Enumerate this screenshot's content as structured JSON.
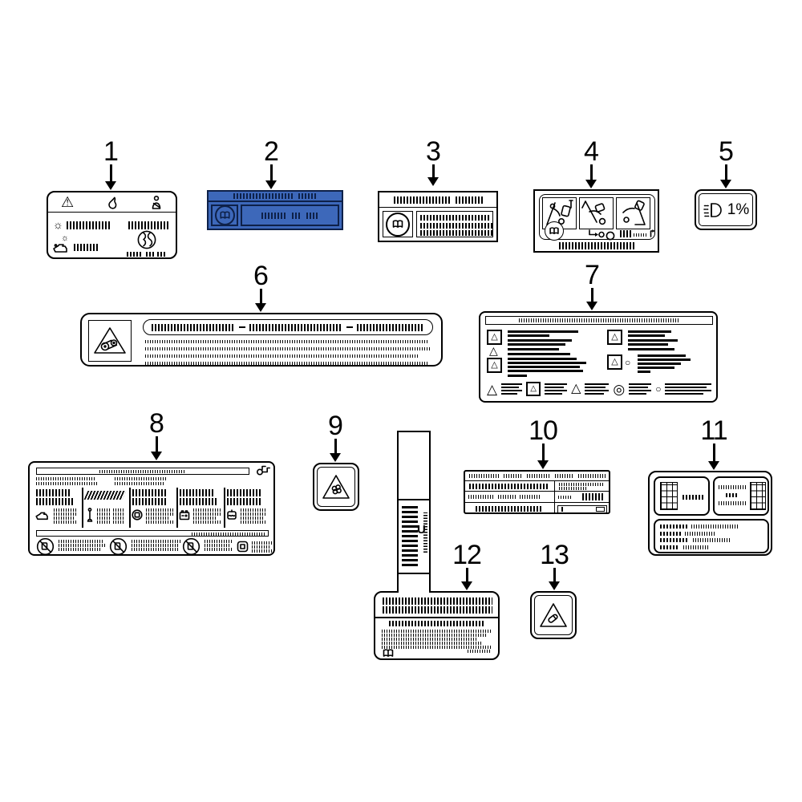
{
  "figure": {
    "type": "automotive-information-label-kit-parts-diagram",
    "background": "#ffffff",
    "line_color": "#000000"
  },
  "palette": {
    "label2_fill": "#3d68ba",
    "label2_line": "#0e2149"
  },
  "callouts": [
    {
      "number": "1"
    },
    {
      "number": "2"
    },
    {
      "number": "3"
    },
    {
      "number": "4"
    },
    {
      "number": "5"
    },
    {
      "number": "6"
    },
    {
      "number": "7"
    },
    {
      "number": "8"
    },
    {
      "number": "9"
    },
    {
      "number": "10"
    },
    {
      "number": "11"
    },
    {
      "number": "12"
    },
    {
      "number": "13"
    }
  ],
  "labels": [
    {
      "id": "1",
      "name": "vehicle-warning-data-label",
      "icons": [
        "warning-triangle-icon",
        "flame-icon",
        "passenger-icon",
        "sun-icon",
        "oil-can-icon",
        "emblem-icon"
      ]
    },
    {
      "id": "2",
      "name": "manual-reference-label-blue",
      "icons": [
        "manual-book-icon"
      ]
    },
    {
      "id": "3",
      "name": "manual-reference-label",
      "icons": [
        "manual-book-icon"
      ]
    },
    {
      "id": "4",
      "name": "airbag-child-seat-warning-label",
      "icons": [
        "manual-book-icon",
        "seat-pictogram"
      ]
    },
    {
      "id": "5",
      "name": "headlamp-leveling-label",
      "text": "1%",
      "icons": [
        "headlight-icon"
      ]
    },
    {
      "id": "6",
      "name": "belt-drive-warning-label",
      "icons": [
        "belt-pulley-warning-icon"
      ]
    },
    {
      "id": "7",
      "name": "multi-warning-text-label",
      "icons": [
        "warning-triangle-icon",
        "circle-icon",
        "double-circle-icon"
      ]
    },
    {
      "id": "8",
      "name": "fluid-specification-label",
      "icons": [
        "oil-can-icon",
        "dipstick-icon",
        "battery-icon",
        "coolant-icon",
        "prohibition-icon",
        "pump-icon"
      ]
    },
    {
      "id": "9",
      "name": "fan-warning-label",
      "icons": [
        "fan-warning-icon"
      ]
    },
    {
      "id": "10",
      "name": "vehicle-data-plate-label"
    },
    {
      "id": "11",
      "name": "tire-pressure-label",
      "icons": [
        "tire-tread-icon"
      ]
    },
    {
      "id": "12",
      "name": "hang-tag-label",
      "text": "U",
      "icons": [
        "manual-book-icon"
      ]
    },
    {
      "id": "13",
      "name": "caution-cone-label",
      "icons": [
        "cone-warning-icon"
      ]
    }
  ],
  "glyphs": {
    "triangle": "△",
    "circle": "○",
    "double_circle": "◎",
    "warning": "⚠",
    "sun": "☼"
  }
}
